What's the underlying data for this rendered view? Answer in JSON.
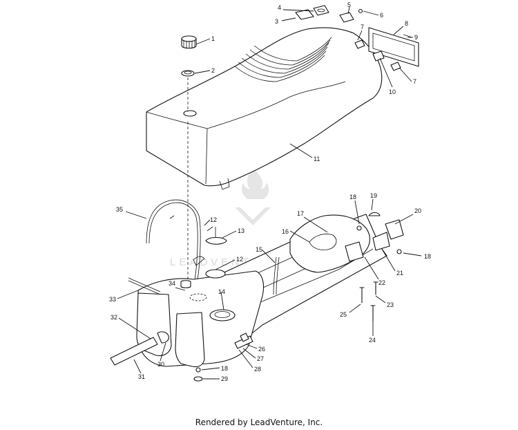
{
  "credit": "Rendered by LeadVenture, Inc.",
  "watermark_text": "LEADVENTURE",
  "callouts": {
    "c1": "1",
    "c2": "2",
    "c3": "3",
    "c4": "4",
    "c5": "5",
    "c6": "6",
    "c7a": "7",
    "c7b": "7",
    "c8": "8",
    "c9": "9",
    "c10": "10",
    "c11": "11",
    "c12a": "12",
    "c12b": "12",
    "c13": "13",
    "c14": "14",
    "c15": "15",
    "c16": "16",
    "c17": "17",
    "c18a": "18",
    "c18b": "18",
    "c18c": "18",
    "c19": "19",
    "c20": "20",
    "c21": "21",
    "c22": "22",
    "c23": "23",
    "c24": "24",
    "c25": "25",
    "c26": "26",
    "c27": "27",
    "c28": "28",
    "c29": "29",
    "c30": "30",
    "c31": "31",
    "c32": "32",
    "c33": "33",
    "c34": "34",
    "c35": "35"
  }
}
